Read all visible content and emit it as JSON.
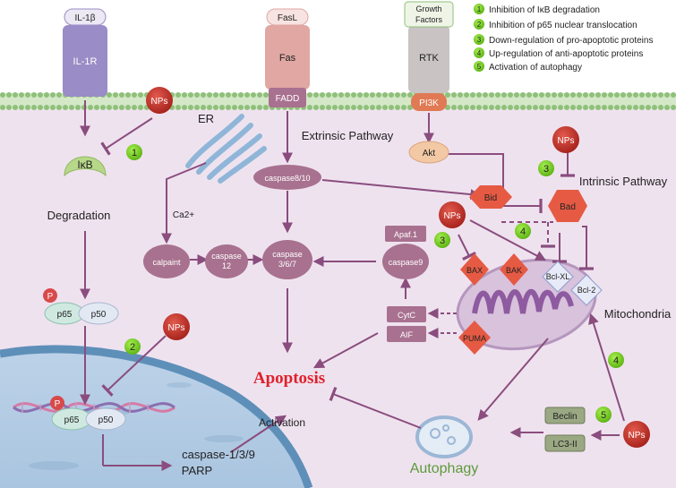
{
  "receptors": {
    "il1b": "IL-1β",
    "il1r": "IL-1R",
    "fasl": "FasL",
    "fas": "Fas",
    "fadd": "FADD",
    "growth_factors_line1": "Growth",
    "growth_factors_line2": "Factors",
    "rtk": "RTK",
    "pi3k": "PI3K",
    "akt": "Akt"
  },
  "nodes": {
    "nps": "NPs",
    "ikb": "IκB",
    "degradation": "Degradation",
    "p": "P",
    "p65": "p65",
    "p50": "p50",
    "er": "ER",
    "ca2": "Ca2+",
    "calpaint": "calpaint",
    "caspase12_line1": "caspase",
    "caspase12_line2": "12",
    "caspase367_line1": "caspase",
    "caspase367_line2": "3/6/7",
    "caspase810": "caspase8/10",
    "extrinsic": "Extrinsic Pathway",
    "intrinsic": "Intrinsic Pathway",
    "apaf1": "Apaf.1",
    "caspase9": "caspase9",
    "bid": "Bid",
    "bad": "Bad",
    "bax": "BAX",
    "bak": "BAK",
    "bclxl": "Bcl-XL",
    "bcl2": "Bcl-2",
    "cytc": "CytC",
    "aif": "AIF",
    "puma": "PUMA",
    "mitochondria": "Mitochondria",
    "apoptosis": "Apoptosis",
    "activation": "Activation",
    "caspase139": "caspase-1/3/9",
    "parp": "PARP",
    "beclin": "Beclin",
    "lc3": "LC3-II",
    "autophagy": "Autophagy"
  },
  "legend": {
    "items": [
      {
        "num": "1",
        "text": "Inhibition of IκB degradation"
      },
      {
        "num": "2",
        "text": "Inhibition of p65 nuclear translocation"
      },
      {
        "num": "3",
        "text": "Down-regulation of pro-apoptotic proteins"
      },
      {
        "num": "4",
        "text": "Up-regulation of anti-apoptotic proteins"
      },
      {
        "num": "5",
        "text": "Activation of autophagy"
      }
    ]
  },
  "badges": {
    "b1": "1",
    "b2": "2",
    "b3": "3",
    "b4": "4",
    "b5": "5"
  },
  "colors": {
    "cytoplasm": "#efe2ef",
    "membrane": "#8fc07a",
    "nucleus": "#5e8fb8",
    "receptor_purple": "#9a8cc6",
    "receptor_pink": "#e0a7a3",
    "receptor_gray": "#c9c3c3",
    "node_mauve": "#a8718f",
    "node_dark": "#8e5a7a",
    "hexagon": "#e65a43",
    "nps_red": "#c2312a",
    "badge_green": "#7ed321",
    "arrow": "#8a4d7e",
    "apoptosis_red": "#e0212b",
    "autophagy_green": "#5b9b3a"
  }
}
